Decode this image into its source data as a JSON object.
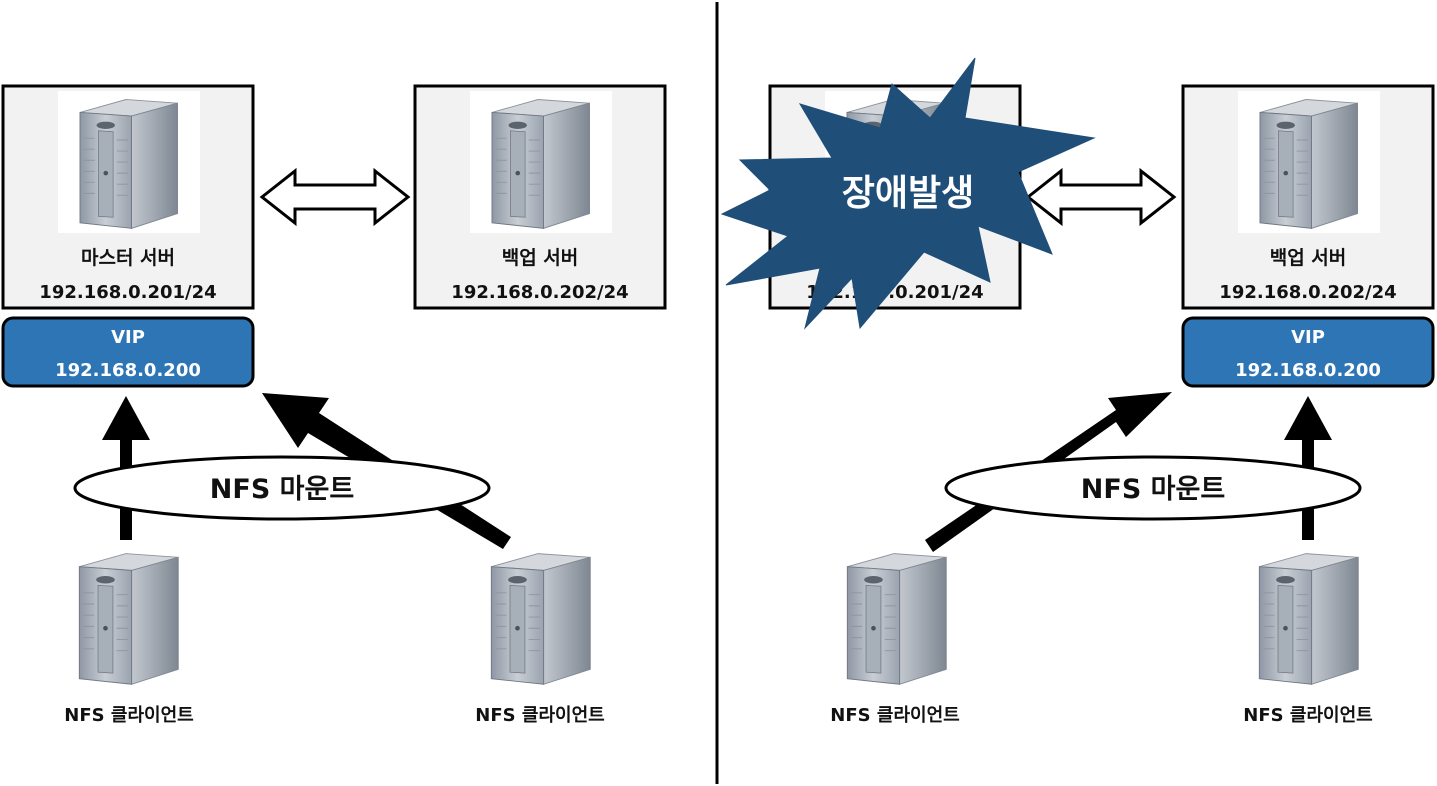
{
  "colors": {
    "vip_fill": "#2E75B6",
    "failure_burst": "#1F4E79",
    "box_fill": "#F2F2F2",
    "server_body": "#B8BEC6",
    "server_shadow": "#7F8893"
  },
  "left": {
    "master": {
      "name": "마스터 서버",
      "ip": "192.168.0.201/24"
    },
    "backup": {
      "name": "백업 서버",
      "ip": "192.168.0.202/24"
    },
    "vip": {
      "label": "VIP",
      "ip": "192.168.0.200"
    },
    "mount_label": "NFS 마운트",
    "clients": [
      {
        "label": "NFS 클라이언트"
      },
      {
        "label": "NFS 클라이언트"
      }
    ]
  },
  "right": {
    "master": {
      "ip": "192.168.0.201/24"
    },
    "failure_label": "장애발생",
    "backup": {
      "name": "백업 서버",
      "ip": "192.168.0.202/24"
    },
    "vip": {
      "label": "VIP",
      "ip": "192.168.0.200"
    },
    "mount_label": "NFS 마운트",
    "clients": [
      {
        "label": "NFS 클라이언트"
      },
      {
        "label": "NFS 클라이언트"
      }
    ]
  }
}
